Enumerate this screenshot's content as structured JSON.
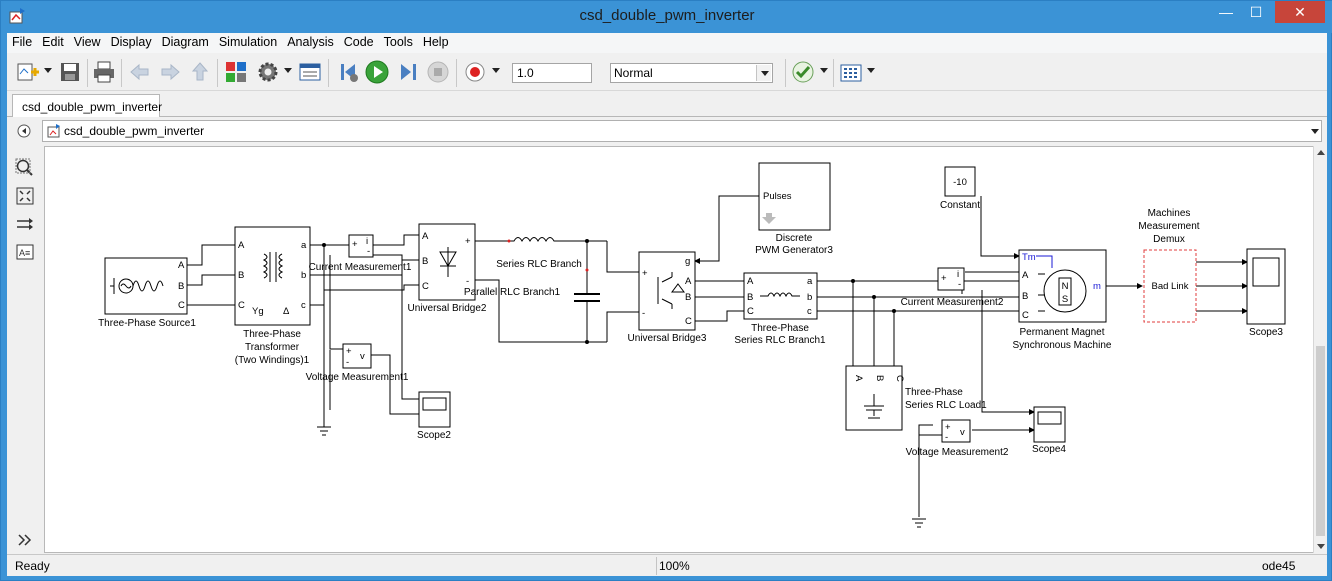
{
  "window": {
    "title": "csd_double_pwm_inverter",
    "minimize": "—",
    "maximize": "☐",
    "close": "✕"
  },
  "menu": [
    "File",
    "Edit",
    "View",
    "Display",
    "Diagram",
    "Simulation",
    "Analysis",
    "Code",
    "Tools",
    "Help"
  ],
  "toolbar": {
    "stop_time": "1.0",
    "sim_mode": "Normal",
    "icons": [
      "new-model-icon",
      "save-icon",
      "print-icon",
      "back-icon",
      "forward-icon",
      "up-icon",
      "library-browser-icon",
      "model-config-icon",
      "model-explorer-icon",
      "step-back-icon",
      "run-icon",
      "step-forward-icon",
      "stop-icon",
      "record-icon",
      "model-advisor-icon",
      "build-icon"
    ]
  },
  "tab": {
    "label": "csd_double_pwm_inverter"
  },
  "address": {
    "path": "csd_double_pwm_inverter"
  },
  "palette": [
    "zoom-icon",
    "fit-view-icon",
    "signal-flow-icon",
    "annotation-icon",
    "expand-icon"
  ],
  "diagram": {
    "blocks": {
      "three_phase_source": "Three-Phase Source1",
      "transformer": [
        "Three-Phase",
        "Transformer",
        "(Two Windings)1"
      ],
      "current_meas1": "Current Measurement1",
      "voltage_meas1": "Voltage Measurement1",
      "scope2": "Scope2",
      "universal_bridge2": "Universal Bridge2",
      "series_rlc": "Series RLC Branch",
      "parallel_rlc": "Parallel RLC Branch1",
      "pwm_gen": [
        "Discrete",
        "PWM Generator3"
      ],
      "pwm_port": "Pulses",
      "universal_bridge3": "Universal Bridge3",
      "rlc_branch1": [
        "Three-Phase",
        "Series RLC Branch1"
      ],
      "rlc_load": [
        "Three-Phase",
        "Series RLC Load1"
      ],
      "constant": "Constant",
      "constant_value": "-10",
      "current_meas2": "Current Measurement2",
      "voltage_meas2": "Voltage Measurement2",
      "scope4": "Scope4",
      "pmsm": [
        "Permanent Magnet",
        "Synchronous Machine"
      ],
      "pmsm_ports": {
        "tm": "Tm",
        "a": "A",
        "b": "B",
        "c": "C",
        "m": "m"
      },
      "demux": [
        "Machines",
        "Measurement",
        "Demux"
      ],
      "bad_link": "Bad Link",
      "scope3": "Scope3"
    },
    "ports": {
      "abc_upper": [
        "A",
        "B",
        "C"
      ],
      "abc_lower": [
        "a",
        "b",
        "c"
      ],
      "transformer_sym": [
        "Yg",
        "Δ"
      ],
      "plus_minus": [
        "+",
        "-"
      ],
      "i": "i",
      "v": "v",
      "g": "g"
    }
  },
  "status": {
    "ready": "Ready",
    "zoom": "100%",
    "solver": "ode45"
  },
  "colors": {
    "title_bar": "#3b93d6",
    "close_button": "#c7453a",
    "bad_link": "#e03c3c",
    "tm_port": "#1a1ad6"
  }
}
